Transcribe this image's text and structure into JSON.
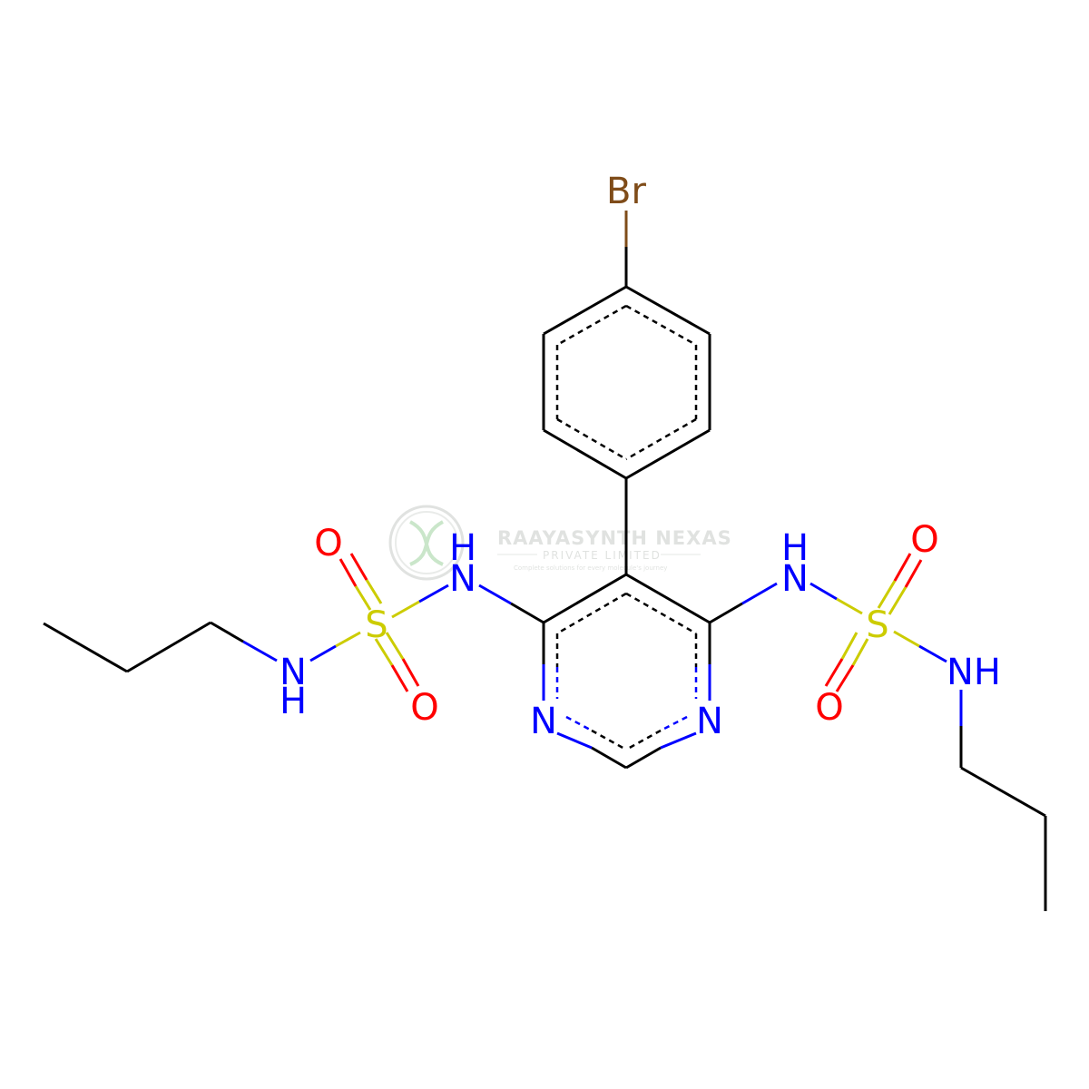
{
  "colors": {
    "carbon": "#000000",
    "nitrogen": "#0000ff",
    "oxygen": "#ff0000",
    "sulfur": "#cccc00",
    "bromine": "#7f4c19",
    "watermark": "#c8ccc8"
  },
  "atoms": {
    "br": "Br",
    "n_left_top": "H",
    "n_left_top_n": "N",
    "n_right_top_h": "H",
    "n_right_top_n": "N",
    "n_left_bottom_n": "N",
    "n_left_bottom_h": "H",
    "n_right_bottom": "NH",
    "o_left_top": "O",
    "o_left_bottom": "O",
    "o_right_top": "O",
    "o_right_bottom": "O",
    "s_left": "S",
    "s_right": "S",
    "n_ring_left": "N",
    "n_ring_right": "N"
  },
  "watermark": {
    "title": "RAAYASYNTH NEXAS",
    "subtitle": "PRIVATE LIMITED",
    "tagline": "Complete solutions for every molecule's journey"
  }
}
